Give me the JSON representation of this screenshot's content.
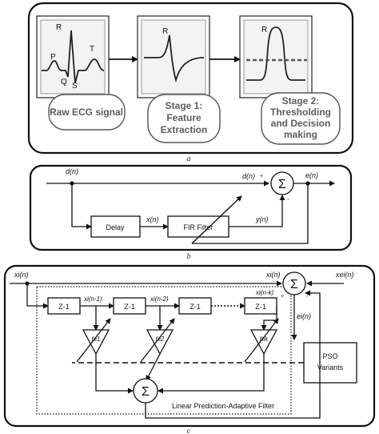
{
  "panel_a": {
    "caption": "a",
    "ecg_wave_labels": {
      "p": "P",
      "r": "R",
      "q": "Q",
      "s": "S",
      "t": "T"
    },
    "stage1_r_label": "R",
    "stage2_r_label": "R",
    "raw_label": "Raw ECG signal",
    "stage1_label": [
      "Stage 1:",
      "Feature",
      "Extraction"
    ],
    "stage2_label": [
      "Stage 2:",
      "Thresholding",
      "and Decision",
      "making"
    ]
  },
  "panel_b": {
    "caption": "b",
    "input_label": "d(n)",
    "sum_input_label": "d(n)",
    "output_label": "e(n)",
    "delay_label": "Delay",
    "x_label": "x(n)",
    "fir_label": "FIR Filter",
    "y_label": "y(n)",
    "plus_sign": "+",
    "minus_sign": "-",
    "sigma": "Σ"
  },
  "panel_c": {
    "caption": "c",
    "xi_in_label": "xi(n)",
    "xi_sum_label": "xi(n)",
    "xei_label": "xei(n)",
    "ei_label": "ei(n)",
    "delay_unit_label": "Z-1",
    "taps": [
      "xi(n-1)",
      "xi(n-2)",
      "xi(n-k)"
    ],
    "weights": [
      "hi1",
      "hi2",
      "hik"
    ],
    "pso_label": [
      "PSO",
      "Variants"
    ],
    "lpaf_label": "Linear Prediction-Adaptive Filter",
    "sigma": "Σ",
    "plus_sign": "+",
    "minus_sign": "-"
  }
}
